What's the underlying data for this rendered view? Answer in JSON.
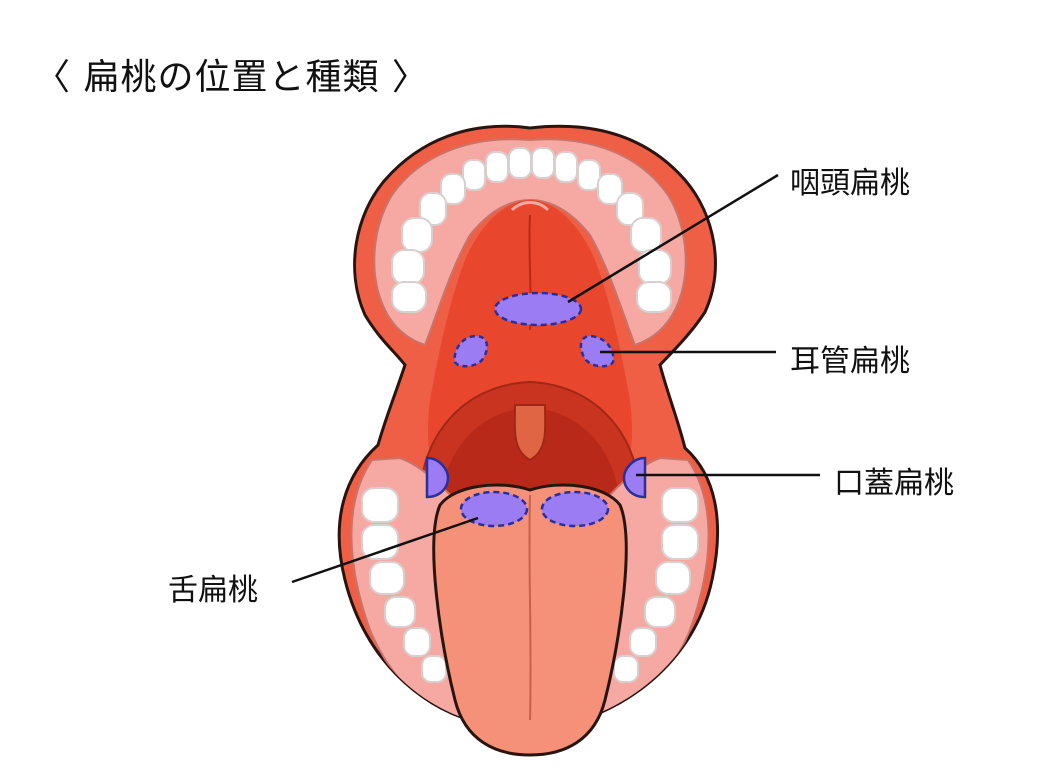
{
  "title": "〈 扁桃の位置と種類 〉",
  "labels": {
    "pharyngeal": "咽頭扁桃",
    "tubal": "耳管扁桃",
    "palatine": "口蓋扁桃",
    "lingual": "舌扁桃"
  },
  "colors": {
    "outline": "#2a1410",
    "lip": "#ee5f45",
    "gum": "#f6a9a3",
    "tooth": "#ffffff",
    "palate": "#e8472d",
    "throat": "#b9291a",
    "tongue": "#f49178",
    "tonsil": "#9b7cf2",
    "tonsil_outline": "#2a2f9a",
    "leader_line": "#111111"
  }
}
